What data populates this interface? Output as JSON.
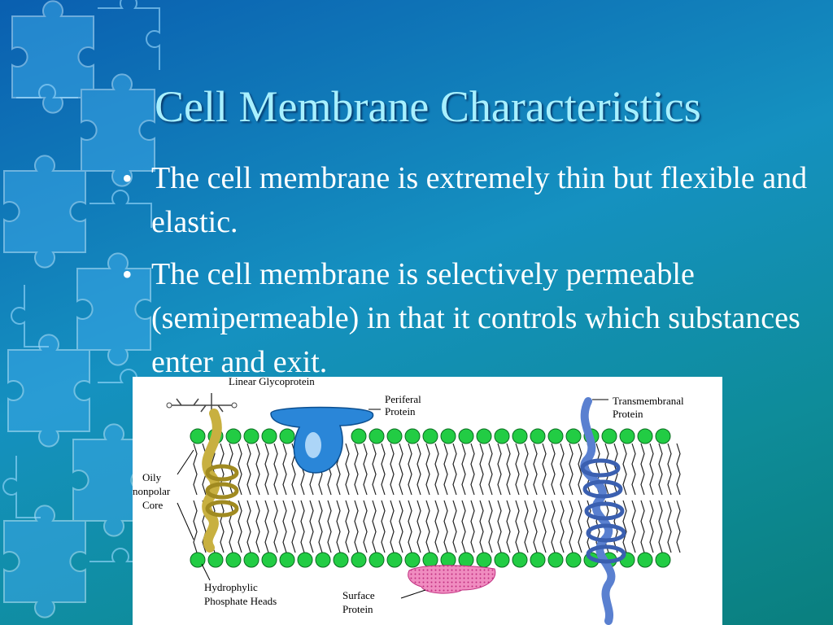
{
  "slide": {
    "title": "Cell Membrane Characteristics",
    "bullets": [
      "The cell membrane is extremely thin but flexible and elastic.",
      "The cell membrane is selectively permeable (semipermeable) in that it controls which substances enter and exit."
    ],
    "bullet_symbol": "•"
  },
  "diagram": {
    "labels": {
      "linear_glycoprotein": "Linear Glycoprotein",
      "periferal_protein_1": "Periferal",
      "periferal_protein_2": "Protein",
      "transmembranal_1": "Transmembranal",
      "transmembranal_2": "Protein",
      "oily_1": "Oily",
      "oily_2": "nonpolar",
      "oily_3": "Core",
      "hydrophylic_1": "Hydrophylic",
      "hydrophylic_2": "Phosphate Heads",
      "surface_protein_1": "Surface",
      "surface_protein_2": "Protein"
    }
  },
  "colors": {
    "title": "#a8f0ff",
    "bullet_text": "#ffffff",
    "phosphate_head": "#22cc44",
    "glycoprotein": "#c8b040",
    "peripheral_protein": "#2a86d8",
    "transmembrane_protein": "#5a80d0",
    "surface_protein": "#e060a0"
  }
}
